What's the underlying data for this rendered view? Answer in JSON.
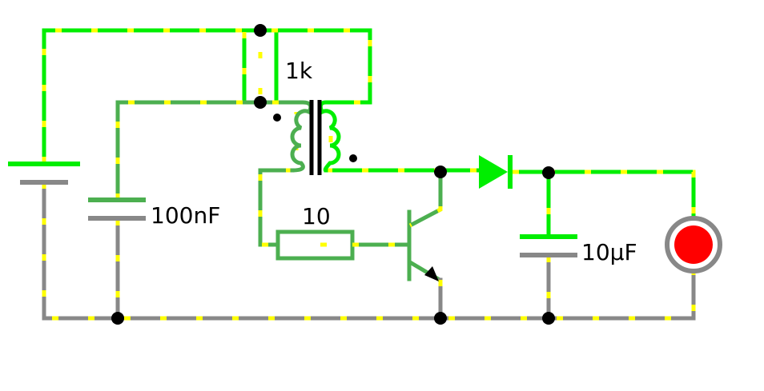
{
  "labels": {
    "resistor_top": "1k",
    "capacitor_left": "100nF",
    "resistor_base": "10",
    "capacitor_right": "10µF"
  },
  "colors": {
    "wire_high": "#00ee00",
    "wire_mid": "#4caf50",
    "wire_ground": "#888888",
    "current_dots": "#ffff00",
    "led": "#ff0000",
    "node": "#000000"
  }
}
